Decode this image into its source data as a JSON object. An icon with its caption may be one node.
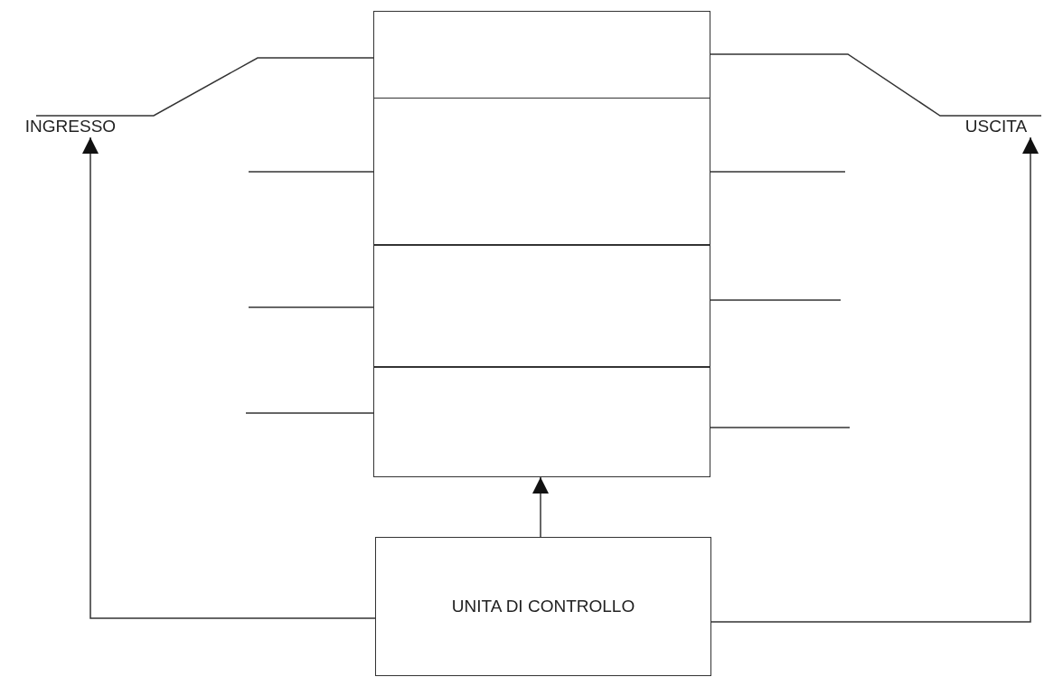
{
  "diagram": {
    "nodes": [
      {
        "text": [],
        "shape": "box"
      },
      {
        "text": [],
        "shape": "box"
      },
      {
        "text": [],
        "shape": "box"
      },
      {
        "text": [],
        "shape": "box"
      },
      {
        "text": [
          "INGRESSO"
        ]
      },
      {
        "text": [
          "USCITA"
        ]
      },
      {
        "text": [
          "UNITA DI CONTROLLO"
        ]
      }
    ],
    "edges": [
      {
        "from": 4,
        "to": 0,
        "arrow": "none"
      },
      {
        "from": 0,
        "to": 5,
        "arrow": "none"
      },
      {
        "from": null,
        "to": 1,
        "arrow": "none"
      },
      {
        "from": 1,
        "to": null,
        "arrow": "none"
      },
      {
        "from": null,
        "to": 2,
        "arrow": "none"
      },
      {
        "from": 2,
        "to": null,
        "arrow": "none"
      },
      {
        "from": null,
        "to": 3,
        "arrow": "none"
      },
      {
        "from": 3,
        "to": null,
        "arrow": "none"
      },
      {
        "from": 6,
        "to": 3,
        "arrow": "to"
      },
      {
        "from": 6,
        "to": 4,
        "arrow": "to"
      },
      {
        "from": 6,
        "to": 5,
        "arrow": "to"
      }
    ]
  }
}
